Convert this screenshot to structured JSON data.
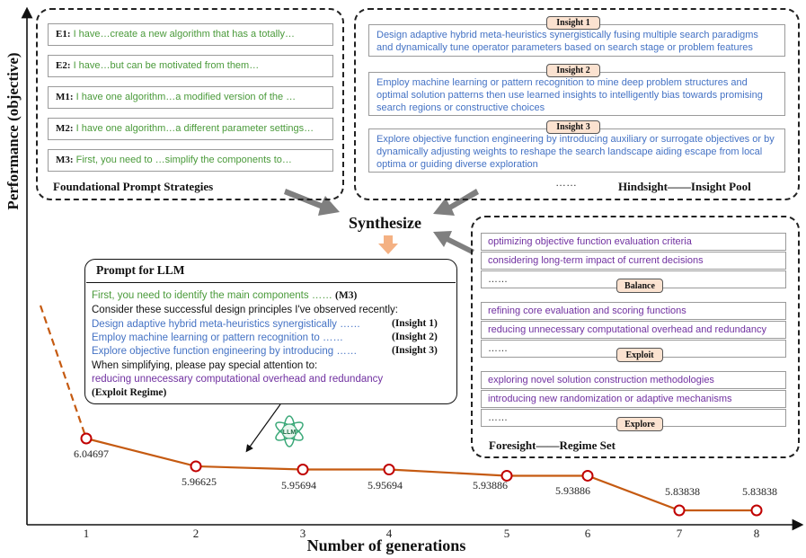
{
  "axes": {
    "y_label": "Performance (objective)",
    "x_label": "Number of generations"
  },
  "chart_data": {
    "type": "line",
    "x": [
      1,
      2,
      3,
      4,
      5,
      6,
      7,
      8
    ],
    "x_tick_labels": [
      "1",
      "2",
      "3",
      "4",
      "5",
      "6",
      "7",
      "8"
    ],
    "values": [
      6.04697,
      5.96625,
      5.95694,
      5.95694,
      5.93886,
      5.93886,
      5.83838,
      5.83838
    ],
    "value_labels": [
      "6.04697",
      "5.96625",
      "5.95694",
      "5.95694",
      "5.93886",
      "5.93886",
      "5.83838",
      "5.83838"
    ],
    "xlabel": "Number of generations",
    "ylabel": "Performance (objective)",
    "grid": false,
    "series_color": "#c55a11",
    "marker_color": "#c00000"
  },
  "foundational": {
    "title": "Foundational Prompt Strategies",
    "items": [
      {
        "code": "E1:",
        "text": "I have…create a new algorithm that has a totally…"
      },
      {
        "code": "E2:",
        "text": "I have…but can be motivated from them…"
      },
      {
        "code": "M1:",
        "text": "I have one algorithm…a modified version of the …"
      },
      {
        "code": "M2:",
        "text": "I have one algorithm…a different parameter settings…"
      },
      {
        "code": "M3:",
        "text": "First, you need to …simplify the components to…"
      }
    ]
  },
  "insight_pool": {
    "title": "Hindsight——Insight Pool",
    "ellipsis": "……",
    "insights": [
      {
        "tag": "Insight 1",
        "text": "Design adaptive hybrid meta-heuristics synergistically fusing multiple search paradigms and dynamically tune operator parameters based on search stage or problem features"
      },
      {
        "tag": "Insight 2",
        "text": "Employ machine learning or pattern recognition to mine deep problem structures and optimal solution patterns then use learned insights to intelligently bias towards promising search regions or constructive choices"
      },
      {
        "tag": "Insight 3",
        "text": "Explore objective function engineering by introducing auxiliary or surrogate objectives or by dynamically adjusting weights to reshape the search landscape aiding escape from local optima or guiding diverse exploration"
      }
    ]
  },
  "synthesize": "Synthesize",
  "regime_set": {
    "title": "Foresight——Regime Set",
    "groups": [
      {
        "tag": "Balance",
        "items": [
          "optimizing objective function evaluation criteria",
          "considering long-term impact of current decisions",
          "……"
        ]
      },
      {
        "tag": "Exploit",
        "items": [
          "refining core evaluation and scoring functions",
          "reducing unnecessary computational overhead and redundancy",
          "……"
        ]
      },
      {
        "tag": "Explore",
        "items": [
          "exploring novel solution construction methodologies",
          "introducing new randomization or adaptive mechanisms",
          "……"
        ]
      }
    ]
  },
  "prompt": {
    "title": "Prompt for LLM",
    "line1": "First, you need to identify the main components ……",
    "line1_tag": "(M3)",
    "line2": "Consider these successful design principles I've observed recently:",
    "line3": "Design adaptive hybrid meta-heuristics synergistically ……",
    "line3_tag": "(Insight 1)",
    "line4": "Employ machine learning or pattern recognition to ……",
    "line4_tag": "(Insight 2)",
    "line5": "Explore objective function engineering by introducing ……",
    "line5_tag": "(Insight 3)",
    "line6": "When simplifying, please pay special attention to:",
    "line7": "reducing unnecessary computational overhead and redundancy",
    "line8": "(Exploit Regime)"
  },
  "llm_icon_label": "LLM",
  "colors": {
    "green": "#4a9a3a",
    "blue": "#4472c4",
    "purple": "#7030a0",
    "tag_fill": "#fbe2d0",
    "arrow_gray": "#7f7f7f",
    "arrow_gold": "#f4b183"
  }
}
